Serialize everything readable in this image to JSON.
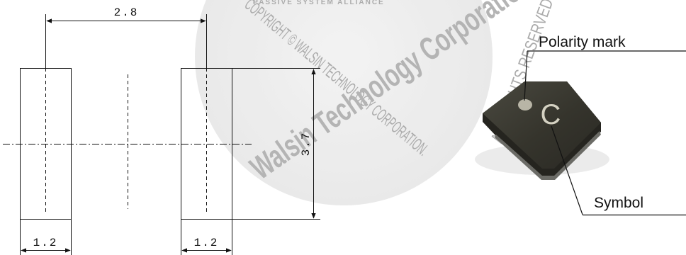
{
  "dimensions": {
    "pad_spacing": "2.8",
    "pad_height": "3.7",
    "pad_width_left": "1.2",
    "pad_width_right": "1.2"
  },
  "callouts": {
    "polarity_mark": "Polarity mark",
    "symbol": "Symbol"
  },
  "watermark": {
    "tagline": "PASSIVE SYSTEM ALLIANCE",
    "copyright_left": "COPYRIGHT © WALSIN TECHNOLOGY CORPORATION.",
    "copyright_right": "ALL RIGHTS RESERVED.",
    "brand": "Walsin Technology Corporation"
  },
  "component": {
    "marking": "C"
  },
  "colors": {
    "line": "#111111",
    "watermark": "#9a9a9a",
    "component_body": "#2e2d26",
    "component_top": "#3c3b33"
  }
}
